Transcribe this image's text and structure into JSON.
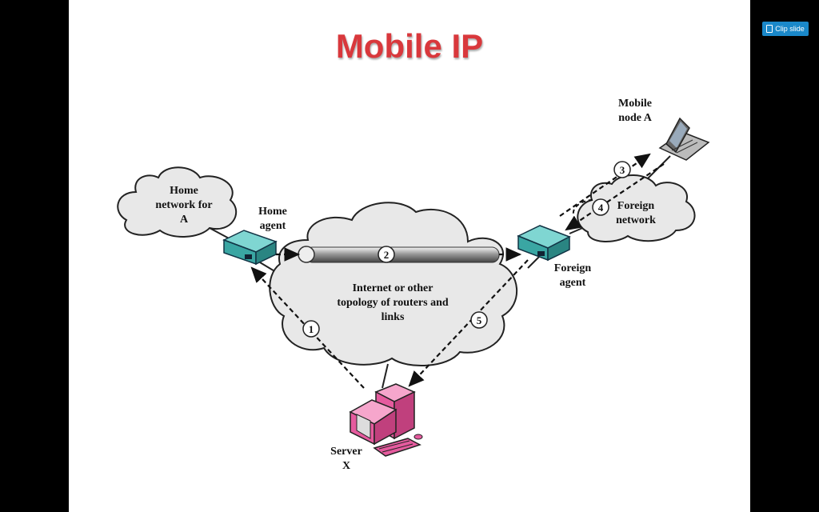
{
  "title": "Mobile IP",
  "clip_button": {
    "label": "Clip slide",
    "icon": "clipboard-icon"
  },
  "labels": {
    "home_network": "Home network for A",
    "home_agent": "Home agent",
    "internet": "Internet or other topology of routers and links",
    "foreign_agent": "Foreign agent",
    "foreign_network": "Foreign network",
    "mobile_node": "Mobile node A",
    "server": "Server X"
  },
  "steps": [
    "1",
    "2",
    "3",
    "4",
    "5"
  ],
  "colors": {
    "title": "#d9383c",
    "agent_box": "#3aa6a3",
    "server": "#e55b9e",
    "clip_button": "#1a88c9"
  }
}
